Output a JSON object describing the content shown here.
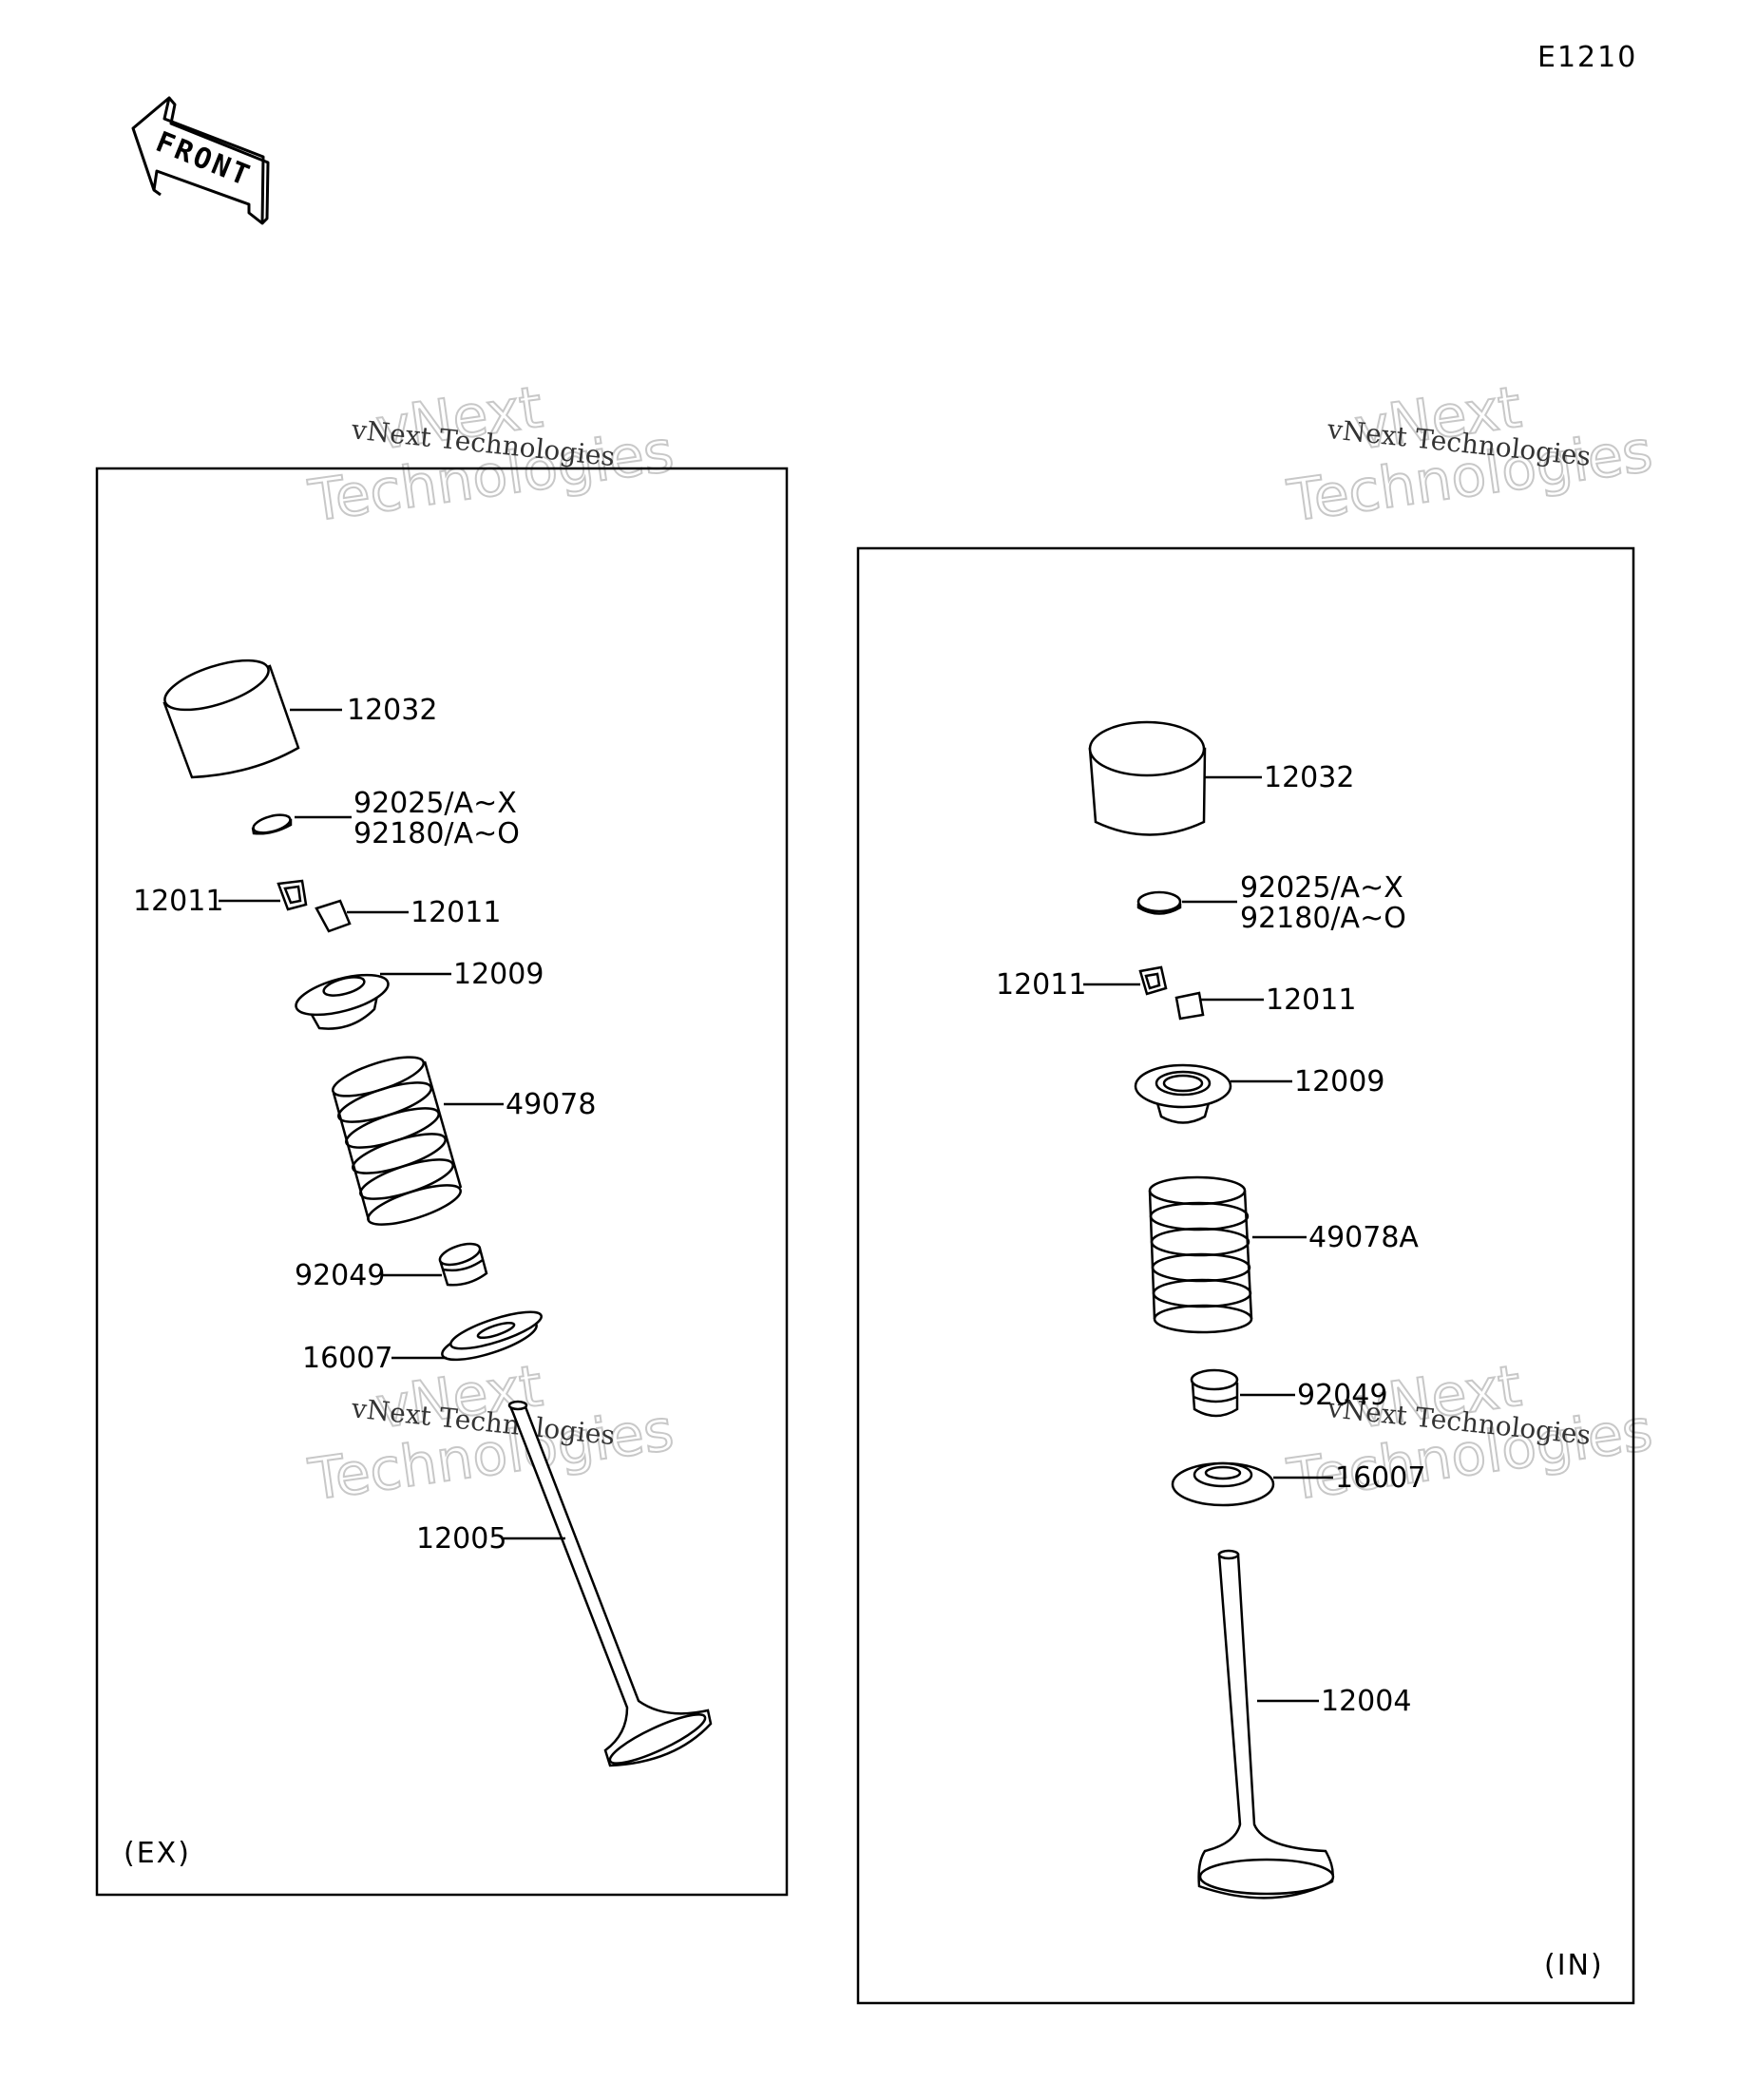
{
  "header": {
    "diagram_code": "E1210"
  },
  "front_arrow": {
    "label": "FRONT"
  },
  "watermark": {
    "line1": "vNext",
    "line2": "Technologies",
    "small": "vNext Technologies"
  },
  "panels": {
    "exhaust": {
      "tag": "(EX)",
      "labels": {
        "tappet": "12032",
        "shim_a": "92025/A~X",
        "shim_b": "92180/A~O",
        "cotter_left": "12011",
        "cotter_right": "12011",
        "retainer": "12009",
        "spring": "49078",
        "seal": "92049",
        "seat": "16007",
        "valve": "12005"
      }
    },
    "intake": {
      "tag": "(IN)",
      "labels": {
        "tappet": "12032",
        "shim_a": "92025/A~X",
        "shim_b": "92180/A~O",
        "cotter_left": "12011",
        "cotter_right": "12011",
        "retainer": "12009",
        "spring": "49078A",
        "seal": "92049",
        "seat": "16007",
        "valve": "12004"
      }
    }
  }
}
